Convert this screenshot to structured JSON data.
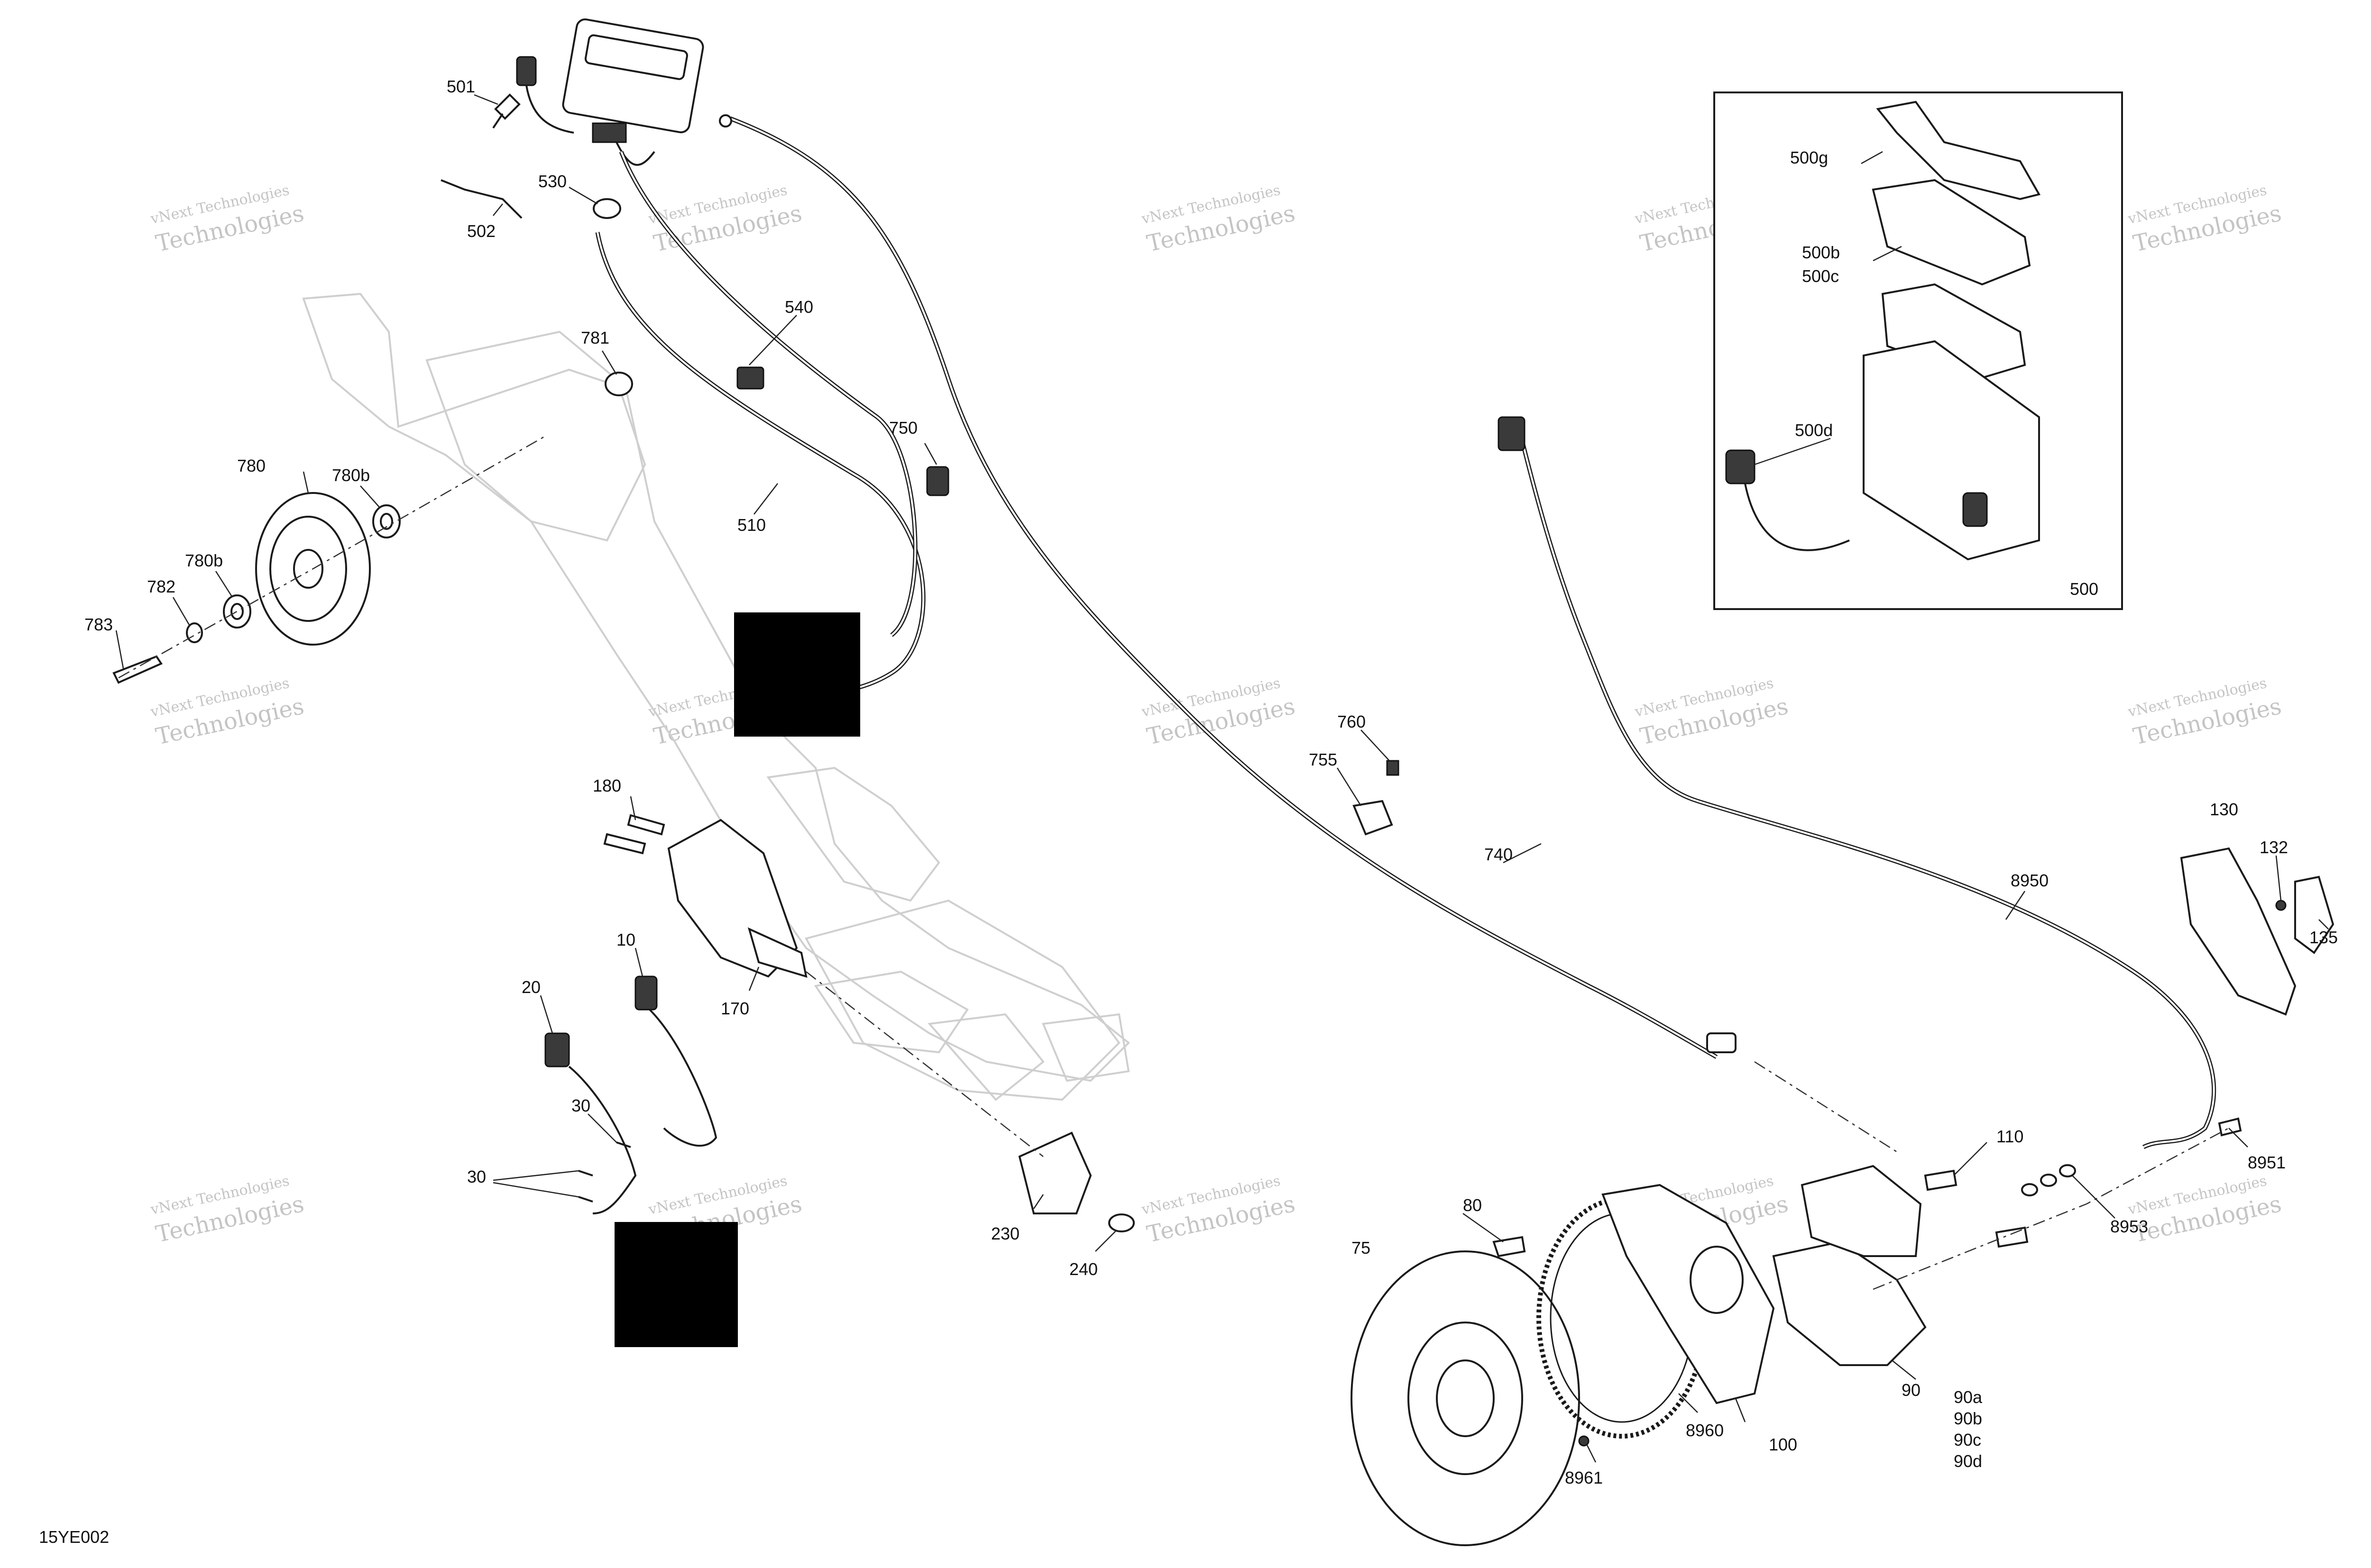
{
  "diagram_id": "15YE002",
  "watermark": {
    "line1": "vNext Technologies",
    "line2": "Technologies"
  },
  "labels": {
    "p10": "10",
    "p20": "20",
    "p30a": "30",
    "p30b": "30",
    "p75": "75",
    "p80": "80",
    "p90": "90",
    "p90a": "90a",
    "p90b": "90b",
    "p90c": "90c",
    "p90d": "90d",
    "p100": "100",
    "p110": "110",
    "p130": "130",
    "p132": "132",
    "p135": "135",
    "p170": "170",
    "p180": "180",
    "p230": "230",
    "p240": "240",
    "p500": "500",
    "p500b": "500b",
    "p500c": "500c",
    "p500d": "500d",
    "p500g": "500g",
    "p501": "501",
    "p502": "502",
    "p510": "510",
    "p530": "530",
    "p540": "540",
    "p740": "740",
    "p750": "750",
    "p755": "755",
    "p760": "760",
    "p780": "780",
    "p780b1": "780b",
    "p780b2": "780b",
    "p781": "781",
    "p782": "782",
    "p783": "783",
    "p8950": "8950",
    "p8951": "8951",
    "p8953": "8953",
    "p8960": "8960",
    "p8961": "8961"
  }
}
